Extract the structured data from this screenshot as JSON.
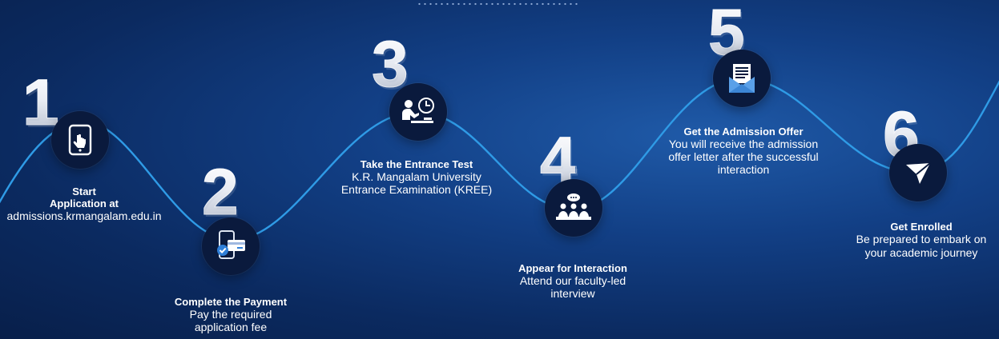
{
  "steps": [
    {
      "number": "1",
      "icon": "tablet-touch-icon",
      "title": "Start\nApplication at",
      "desc": "admissions.krmangalam.edu.in"
    },
    {
      "number": "2",
      "icon": "payment-card-icon",
      "title": "Complete the Payment",
      "desc": "Pay the required\napplication fee"
    },
    {
      "number": "3",
      "icon": "exam-clock-icon",
      "title": "Take the Entrance Test",
      "desc": "K.R. Mangalam University\nEntrance Examination (KREE)"
    },
    {
      "number": "4",
      "icon": "interview-group-icon",
      "title": "Appear for Interaction",
      "desc": "Attend our faculty-led\ninterview"
    },
    {
      "number": "5",
      "icon": "offer-letter-icon",
      "title": "Get the Admission Offer",
      "desc": "You will receive the admission\noffer letter after the successful\ninteraction"
    },
    {
      "number": "6",
      "icon": "paper-plane-icon",
      "title": "Get Enrolled",
      "desc": "Be prepared to embark on\nyour academic journey"
    }
  ],
  "colors": {
    "wave": "#2f9be6",
    "circle": "#0a1a3d"
  }
}
